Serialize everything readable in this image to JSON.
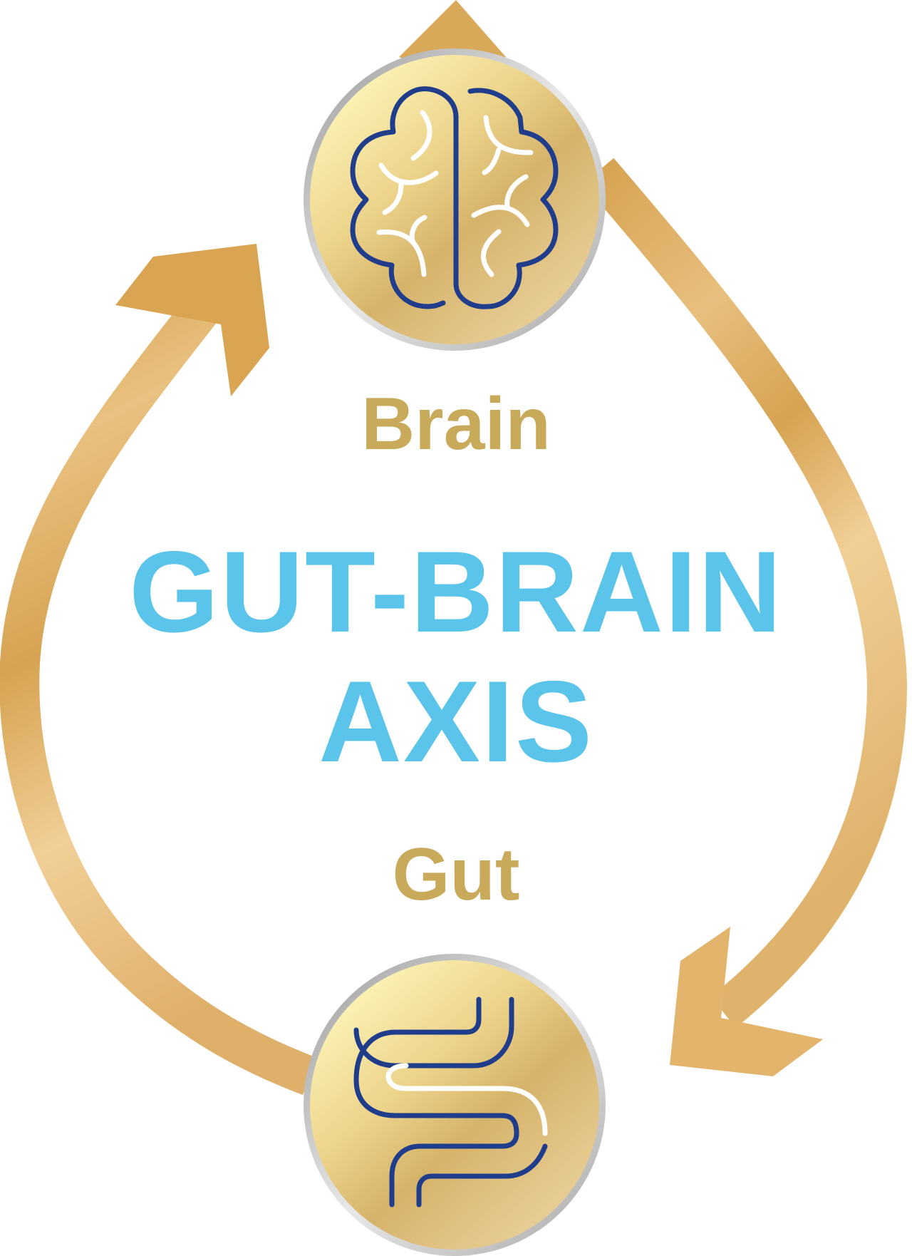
{
  "labels": {
    "brain": "Brain",
    "title_line1": "GUT-BRAIN",
    "title_line2": "AXIS",
    "gut": "Gut"
  },
  "nodes": [
    {
      "name": "brain",
      "icon": "brain-icon"
    },
    {
      "name": "gut",
      "icon": "intestine-icon"
    }
  ],
  "colors": {
    "label_gold": "#c9a95a",
    "title_blue": "#5bc4ea",
    "icon_navy": "#1f3d8a",
    "arrow_gold_light": "#f1cf96",
    "arrow_gold_dark": "#d6a352",
    "coin_light": "#fbf0b0",
    "coin_dark": "#d9b46a",
    "coin_rim": "#b9b9b9"
  }
}
